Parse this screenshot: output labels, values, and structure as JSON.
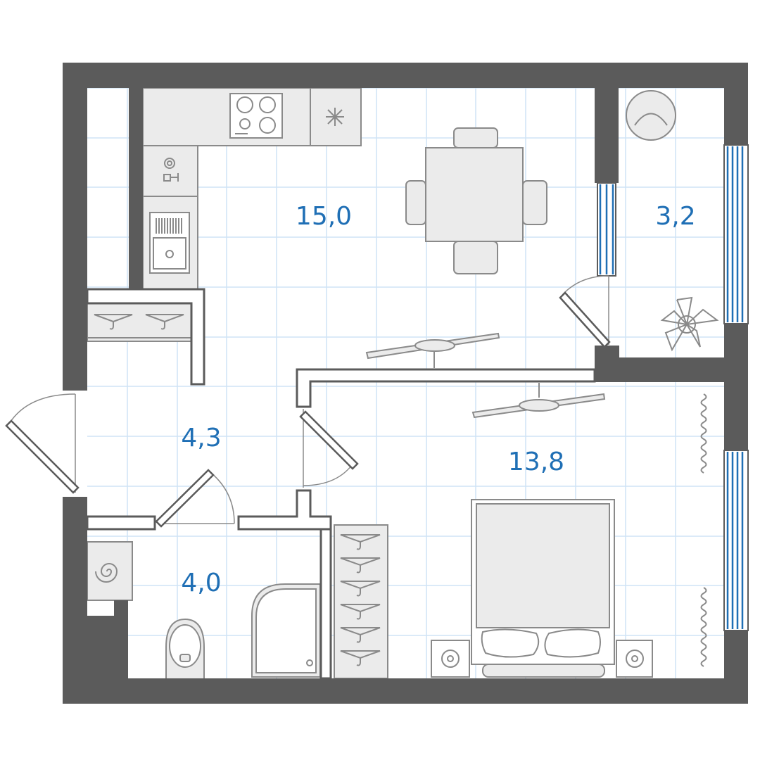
{
  "plan": {
    "rooms": [
      {
        "id": "kitchen-living",
        "area": "15,0"
      },
      {
        "id": "balcony",
        "area": "3,2"
      },
      {
        "id": "hallway",
        "area": "4,3"
      },
      {
        "id": "bathroom",
        "area": "4,0"
      },
      {
        "id": "bedroom",
        "area": "13,8"
      }
    ],
    "colors": {
      "wall": "#5b5b5b",
      "grid": "#cfe3f5",
      "label": "#1f6fb5",
      "window_glass": "#1f6fb5",
      "furniture_fill": "#ebebeb",
      "furniture_stroke": "#8a8a8a"
    },
    "icons": {
      "hob": "hob-icon",
      "fridge": "fridge-icon",
      "dishwasher": "dishwasher-icon",
      "sink": "sink-icon",
      "dining_table": "dining-table-icon",
      "armchair": "armchair-icon",
      "plant": "plant-icon",
      "hangers": "hanger-icon",
      "washing_machine": "washing-machine-icon",
      "toilet": "toilet-icon",
      "shower": "shower-icon",
      "wardrobe": "wardrobe-icon",
      "bed": "bed-icon",
      "nightstand": "nightstand-icon",
      "ceiling_fan": "ceiling-fan-icon",
      "radiator": "radiator-icon"
    }
  }
}
